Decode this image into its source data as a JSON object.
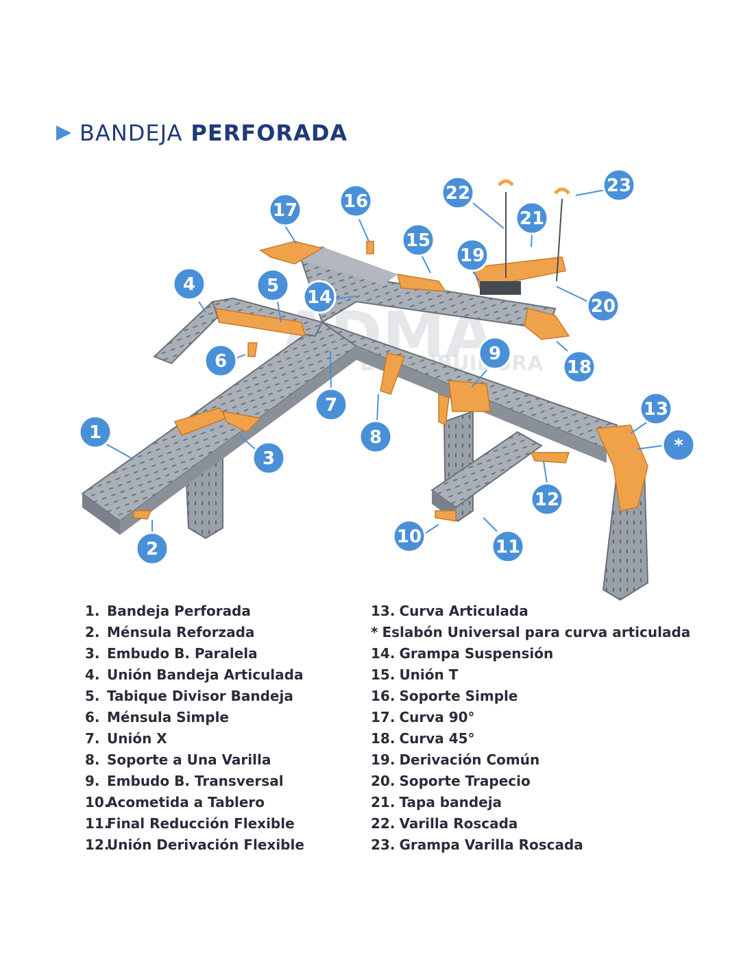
{
  "title": {
    "light": "BANDEJA",
    "bold": "PERFORADA"
  },
  "watermark": {
    "brand": "ADMA",
    "sub": "DISTRIBUIDORA"
  },
  "colors": {
    "callout": "#4a90d9",
    "tray": "#a8adb5",
    "tray_dark": "#7b818a",
    "accessory": "#f0a24b",
    "title": "#1f3a78",
    "text": "#2b2b3a"
  },
  "callouts": [
    "1",
    "2",
    "3",
    "4",
    "5",
    "6",
    "7",
    "8",
    "9",
    "10",
    "11",
    "12",
    "13",
    "*",
    "14",
    "15",
    "16",
    "17",
    "18",
    "19",
    "20",
    "21",
    "22",
    "23"
  ],
  "legend_left": [
    {
      "num": "1.",
      "label": "Bandeja Perforada"
    },
    {
      "num": "2.",
      "label": "Ménsula Reforzada"
    },
    {
      "num": "3.",
      "label": "Embudo B. Paralela"
    },
    {
      "num": "4.",
      "label": "Unión Bandeja Articulada"
    },
    {
      "num": "5.",
      "label": "Tabique Divisor Bandeja"
    },
    {
      "num": "6.",
      "label": "Ménsula Simple"
    },
    {
      "num": "7.",
      "label": "Unión X"
    },
    {
      "num": "8.",
      "label": "Soporte a Una Varilla"
    },
    {
      "num": "9.",
      "label": "Embudo B. Transversal"
    },
    {
      "num": "10.",
      "label": "Acometida a Tablero"
    },
    {
      "num": "11.",
      "label": "Final Reducción Flexible"
    },
    {
      "num": "12.",
      "label": "Unión Derivación Flexible"
    }
  ],
  "legend_right": [
    {
      "num": "13.",
      "label": "Curva Articulada"
    },
    {
      "num": "*",
      "label": "Eslabón Universal para curva articulada"
    },
    {
      "num": "14.",
      "label": "Grampa Suspensión"
    },
    {
      "num": "15.",
      "label": "Unión T"
    },
    {
      "num": "16.",
      "label": "Soporte Simple"
    },
    {
      "num": "17.",
      "label": "Curva 90°"
    },
    {
      "num": "18.",
      "label": "Curva 45°"
    },
    {
      "num": "19.",
      "label": "Derivación Común"
    },
    {
      "num": "20.",
      "label": "Soporte Trapecio"
    },
    {
      "num": "21.",
      "label": "Tapa bandeja"
    },
    {
      "num": "22.",
      "label": "Varilla Roscada"
    },
    {
      "num": "23.",
      "label": "Grampa Varilla Roscada"
    }
  ]
}
